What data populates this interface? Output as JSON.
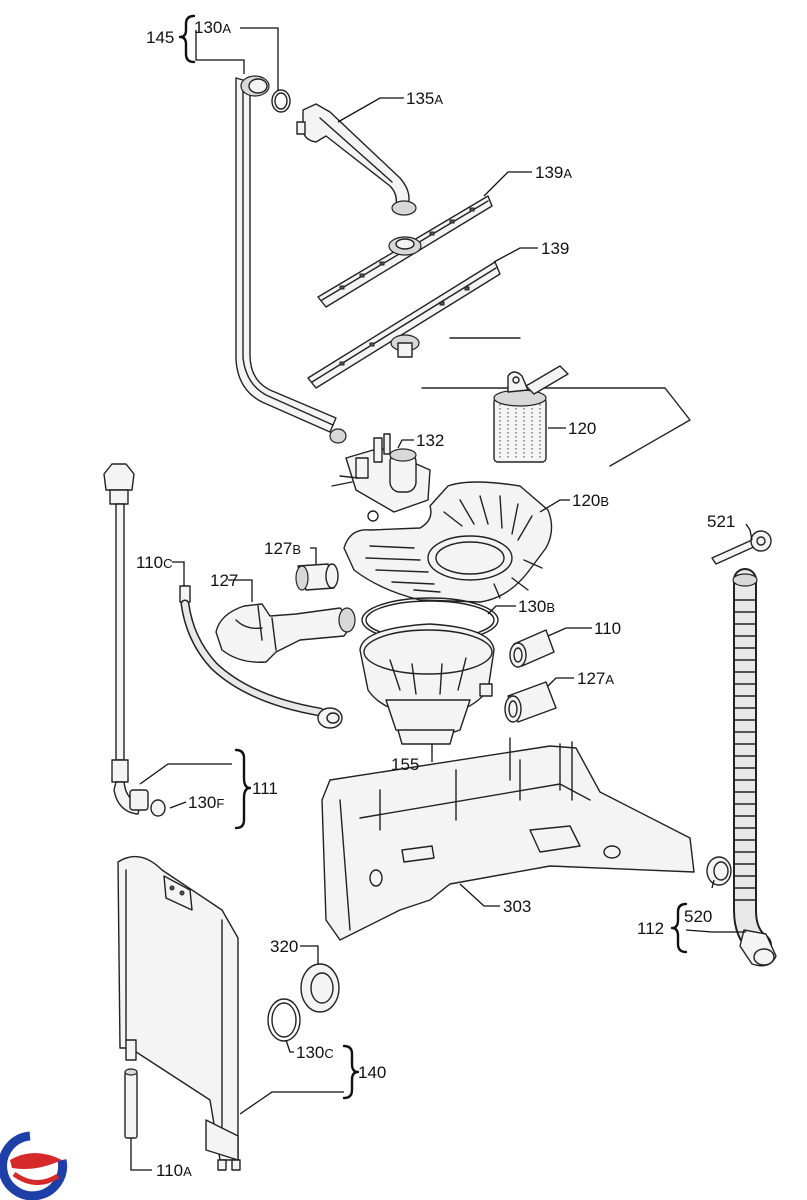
{
  "labels": {
    "l145": {
      "num": "145",
      "suf": ""
    },
    "l130a": {
      "num": "130",
      "suf": "A"
    },
    "l135a": {
      "num": "135",
      "suf": "A"
    },
    "l139a": {
      "num": "139",
      "suf": "A"
    },
    "l139": {
      "num": "139",
      "suf": ""
    },
    "l120": {
      "num": "120",
      "suf": ""
    },
    "l132": {
      "num": "132",
      "suf": ""
    },
    "l120b": {
      "num": "120",
      "suf": "B"
    },
    "l521": {
      "num": "521",
      "suf": ""
    },
    "l110c": {
      "num": "110",
      "suf": "C"
    },
    "l127b": {
      "num": "127",
      "suf": "B"
    },
    "l127": {
      "num": "127",
      "suf": ""
    },
    "l130b": {
      "num": "130",
      "suf": "B"
    },
    "l110": {
      "num": "110",
      "suf": ""
    },
    "l127a": {
      "num": "127",
      "suf": "A"
    },
    "l155": {
      "num": "155",
      "suf": ""
    },
    "l111": {
      "num": "111",
      "suf": ""
    },
    "l130f": {
      "num": "130",
      "suf": "F"
    },
    "l303": {
      "num": "303",
      "suf": ""
    },
    "l520": {
      "num": "520",
      "suf": ""
    },
    "l112": {
      "num": "112",
      "suf": ""
    },
    "l320": {
      "num": "320",
      "suf": ""
    },
    "l130c": {
      "num": "130",
      "suf": "C"
    },
    "l140": {
      "num": "140",
      "suf": ""
    },
    "l110a": {
      "num": "110",
      "suf": "A"
    }
  },
  "logo": {
    "icon": "brand-logo-icon",
    "colors": [
      "#1f3fa8",
      "#d62a2a"
    ]
  }
}
